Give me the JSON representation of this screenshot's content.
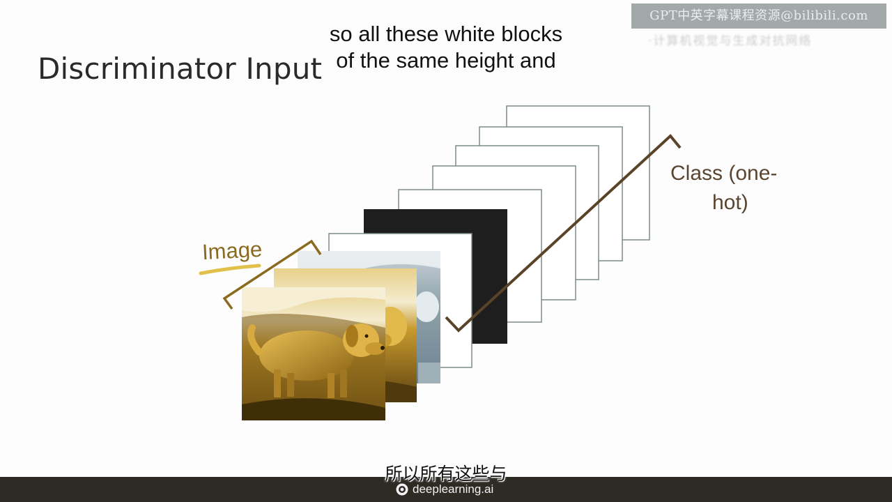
{
  "slide": {
    "title": "Discriminator Input",
    "labels": {
      "class_line1": "Class (one-",
      "class_line2": "hot)",
      "image": "Image"
    }
  },
  "captions": {
    "english_line1": "so all these white blocks",
    "english_line2": "of the same height and",
    "chinese": "所以所有这些与"
  },
  "watermark": {
    "text": "GPT中英字幕课程资源@bilibili.com",
    "subtext": "·计算机视觉与生成对抗网络"
  },
  "footer": {
    "brand": "deeplearning.ai"
  },
  "colors": {
    "bracket": "#5a4328",
    "image_bracket": "#8a6a1e",
    "block_border": "#7d8b88",
    "dark_block": "#1f1e1e",
    "footer_bg": "#2e2a24"
  }
}
